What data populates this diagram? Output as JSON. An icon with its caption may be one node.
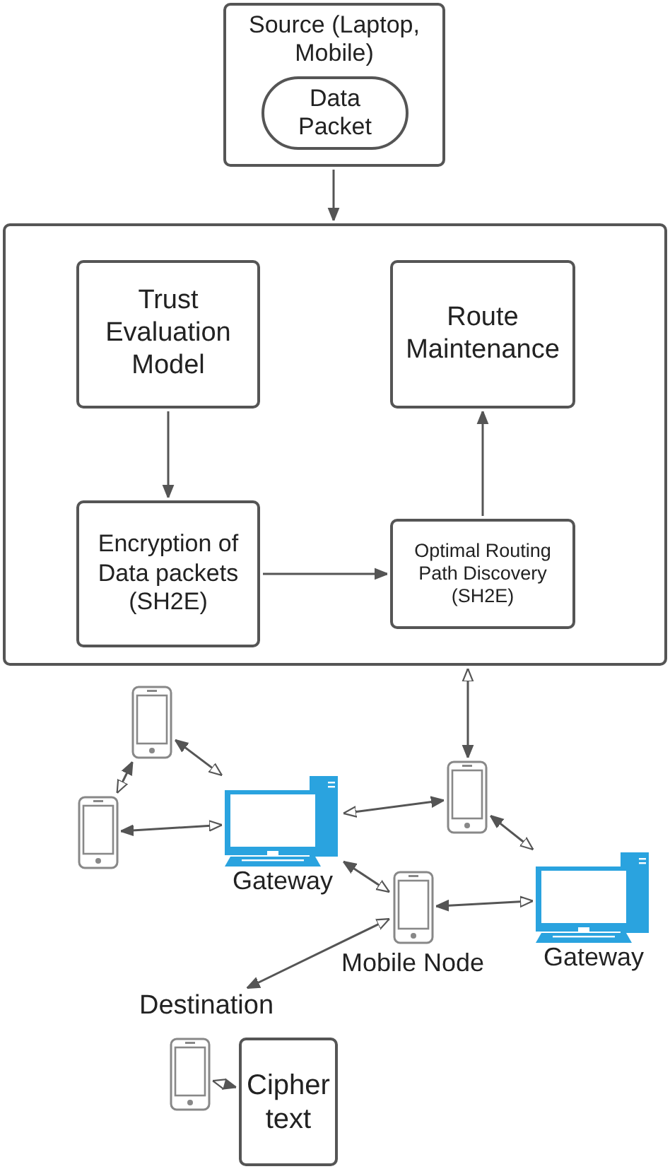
{
  "diagram": {
    "nodes": [
      {
        "text": [
          "Source (Laptop, Mobile)"
        ]
      },
      {
        "text": [
          "Data Packet"
        ],
        "in": 0
      },
      {
        "text": [],
        "shape": "box"
      },
      {
        "text": [
          "Trust Evaluation Model"
        ],
        "in": 2
      },
      {
        "text": [
          "Route Maintenance"
        ],
        "in": 2
      },
      {
        "text": [
          "Encryption of Data packets (SH2E)"
        ],
        "in": 2
      },
      {
        "text": [
          "Optimal Routing Path Discovery (SH2E)"
        ],
        "in": 2
      },
      {
        "text": [],
        "shape": "phone"
      },
      {
        "text": [],
        "shape": "phone"
      },
      {
        "text": [
          "Gateway"
        ]
      },
      {
        "text": [],
        "shape": "phone"
      },
      {
        "text": [
          "Mobile Node"
        ]
      },
      {
        "text": [
          "Gateway"
        ]
      },
      {
        "text": [
          "Destination"
        ]
      },
      {
        "text": [],
        "shape": "phone"
      },
      {
        "text": [
          "Cipher text"
        ]
      }
    ],
    "edges": [
      {
        "from": 0,
        "to": 2,
        "arrow": "to"
      },
      {
        "from": 3,
        "to": 5,
        "arrow": "to"
      },
      {
        "from": 5,
        "to": 6,
        "arrow": "to"
      },
      {
        "from": 6,
        "to": 4,
        "arrow": "to"
      },
      {
        "from": 10,
        "to": 2,
        "arrow": "both"
      },
      {
        "from": 7,
        "to": 9,
        "arrow": "both"
      },
      {
        "from": 7,
        "to": 8,
        "arrow": "both"
      },
      {
        "from": 8,
        "to": 9,
        "arrow": "both"
      },
      {
        "from": 10,
        "to": 9,
        "arrow": "both"
      },
      {
        "from": 10,
        "to": 12,
        "arrow": "both"
      },
      {
        "from": 9,
        "to": 11,
        "arrow": "both"
      },
      {
        "from": 11,
        "to": 12,
        "arrow": "both"
      },
      {
        "from": 13,
        "to": 11,
        "arrow": "both"
      },
      {
        "from": 15,
        "to": 14,
        "arrow": "both"
      }
    ]
  }
}
